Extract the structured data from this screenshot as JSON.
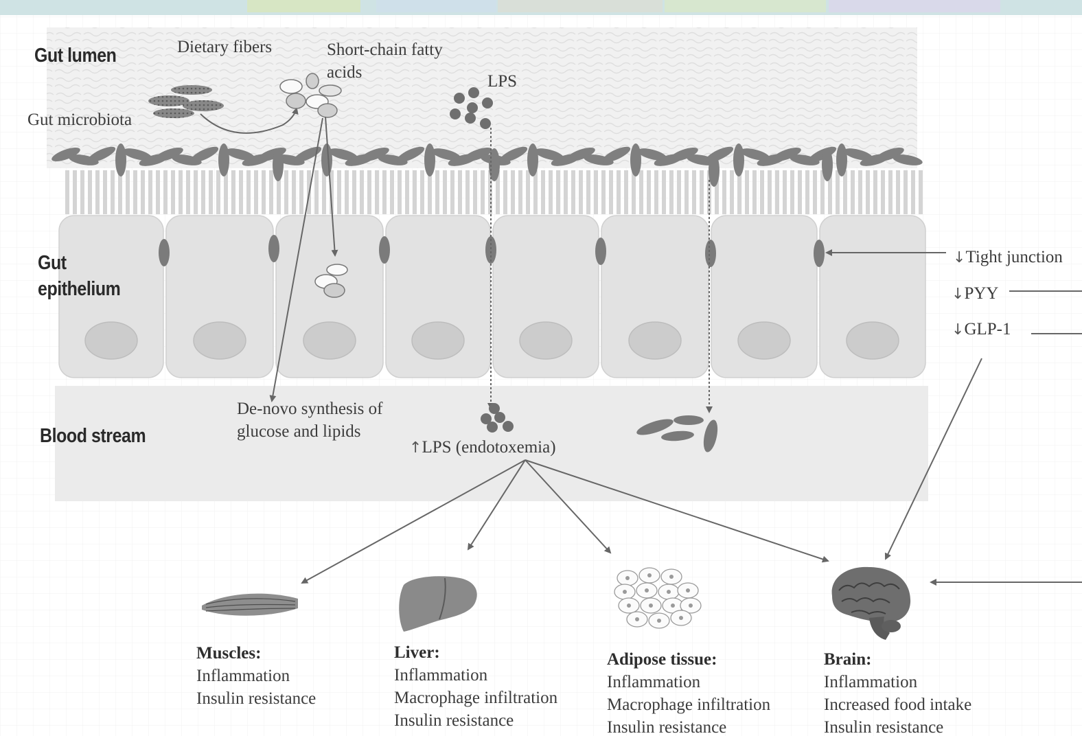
{
  "regions": {
    "gut_lumen": "Gut lumen",
    "gut_epithelium_line1": "Gut",
    "gut_epithelium_line2": "epithelium",
    "blood_stream": "Blood stream"
  },
  "lumen_labels": {
    "dietary_fibers": "Dietary fibers",
    "scfa_line1": "Short-chain fatty",
    "scfa_line2": "acids",
    "lps": "LPS",
    "gut_microbiota": "Gut microbiota"
  },
  "blood_labels": {
    "denovo_line1": "De-novo synthesis of",
    "denovo_line2": "glucose and lipids",
    "lps_endotoxemia": "LPS (endotoxemia)"
  },
  "side_labels": {
    "tight_junction": "Tight junction",
    "pyy": "PYY",
    "glp1": "GLP-1"
  },
  "organs": [
    {
      "title": "Muscles:",
      "effects": [
        "Inflammation",
        "Insulin resistance"
      ],
      "icon": "muscle-icon"
    },
    {
      "title": "Liver:",
      "effects": [
        "Inflammation",
        "Macrophage infiltration",
        "Insulin resistance"
      ],
      "icon": "liver-icon"
    },
    {
      "title": "Adipose tissue:",
      "effects": [
        "Inflammation",
        "Macrophage infiltration",
        "Insulin resistance"
      ],
      "icon": "adipose-icon"
    },
    {
      "title": "Brain:",
      "effects": [
        "Inflammation",
        "Increased food intake",
        "Insulin resistance"
      ],
      "icon": "brain-icon"
    }
  ],
  "colors": {
    "lumen_bg": "#efefef",
    "cell_fill": "#e2e2e2",
    "nucleus_fill": "#cccccc",
    "blood_bg": "#ececec",
    "bacteria": "#7d7d7d",
    "arrow": "#6a6a6a"
  }
}
